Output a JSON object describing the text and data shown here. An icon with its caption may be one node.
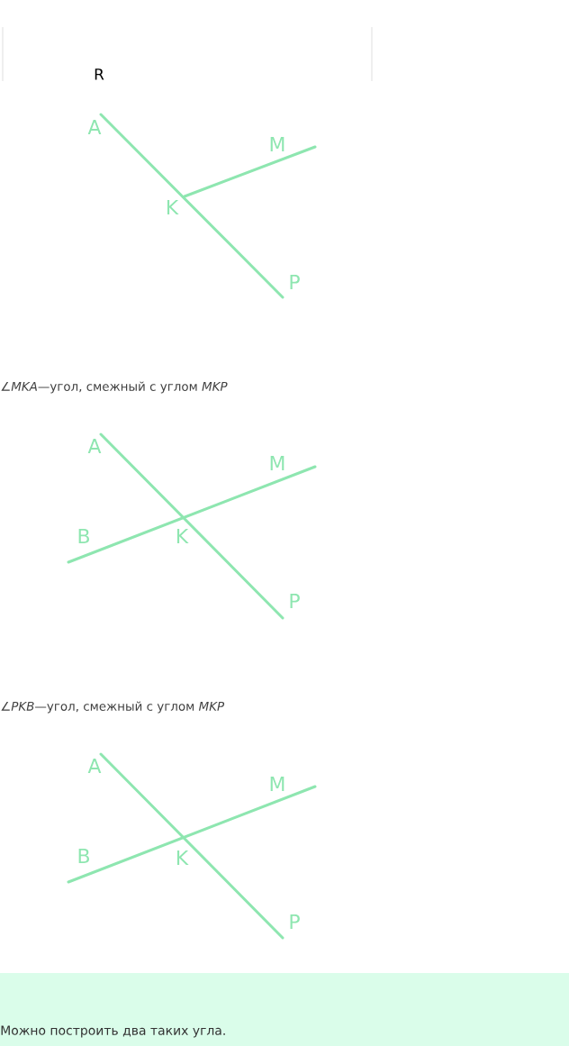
{
  "diagram": {
    "labels": [
      "R",
      "A",
      "M",
      "K",
      "P",
      "∠*MKA*—угол, смежный с углом *MKP*",
      "A",
      "M",
      "B",
      "K",
      "P",
      "∠*PKB*—угол, смежный с углом *MKP*",
      "A",
      "M",
      "B",
      "K",
      "P",
      "Можно построить два таких угла."
    ]
  }
}
